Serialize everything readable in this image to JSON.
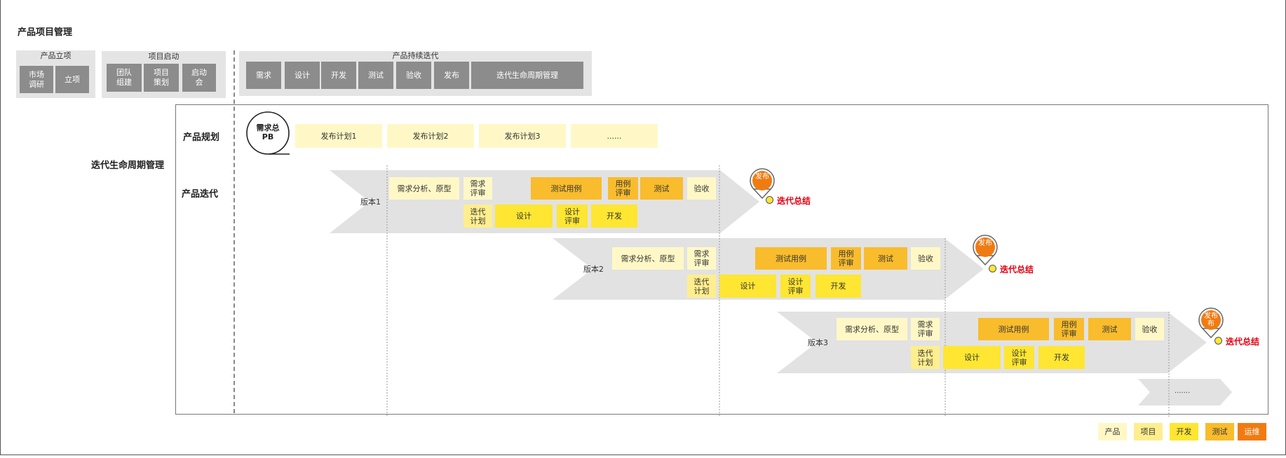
{
  "title": "产品项目管理",
  "lifecycle_label": "迭代生命周期管理",
  "phases": {
    "lixiang": {
      "title": "产品立项",
      "items": [
        "市场\n调研",
        "立项"
      ]
    },
    "qidong": {
      "title": "项目启动",
      "items": [
        "团队\n组建",
        "项目\n策划",
        "启动\n会"
      ]
    },
    "diedai": {
      "title": "产品持续迭代",
      "items": [
        "需求",
        "设计",
        "开发",
        "测试",
        "验收",
        "发布",
        "迭代生命周期管理"
      ]
    }
  },
  "planning": {
    "row_label": "产品规划",
    "pb": "需求总\nPB",
    "plans": [
      "发布计划1",
      "发布计划2",
      "发布计划3",
      "......"
    ]
  },
  "iteration_row_label": "产品迭代",
  "versions": [
    {
      "label": "版本1",
      "req": "需求分析、原型",
      "req_review": "需求\n评审",
      "test_case": "测试用例",
      "case_review": "用例\n评审",
      "test": "测试",
      "accept": "验收",
      "iter_plan": "迭代\n计划",
      "design": "设计",
      "design_review": "设计\n评审",
      "dev": "开发",
      "release": "发布",
      "summary": "迭代总结"
    },
    {
      "label": "版本2",
      "req": "需求分析、原型",
      "req_review": "需求\n评审",
      "test_case": "测试用例",
      "case_review": "用例\n评审",
      "test": "测试",
      "accept": "验收",
      "iter_plan": "迭代\n计划",
      "design": "设计",
      "design_review": "设计\n评审",
      "dev": "开发",
      "release": "发布",
      "summary": "迭代总结"
    },
    {
      "label": "版本3",
      "req": "需求分析、原型",
      "req_review": "需求\n评审",
      "test_case": "测试用例",
      "case_review": "用例\n评审",
      "test": "测试",
      "accept": "验收",
      "iter_plan": "迭代\n计划",
      "design": "设计",
      "design_review": "设计\n评审",
      "dev": "开发",
      "release": "发布\n布",
      "summary": "迭代总结"
    }
  ],
  "more_label": ".......",
  "legend": [
    {
      "label": "产品",
      "color": "#fff8c6"
    },
    {
      "label": "项目",
      "color": "#ffee8e"
    },
    {
      "label": "开发",
      "color": "#ffe632"
    },
    {
      "label": "测试",
      "color": "#f9bc2c"
    },
    {
      "label": "运维",
      "color": "#f07b12"
    }
  ]
}
